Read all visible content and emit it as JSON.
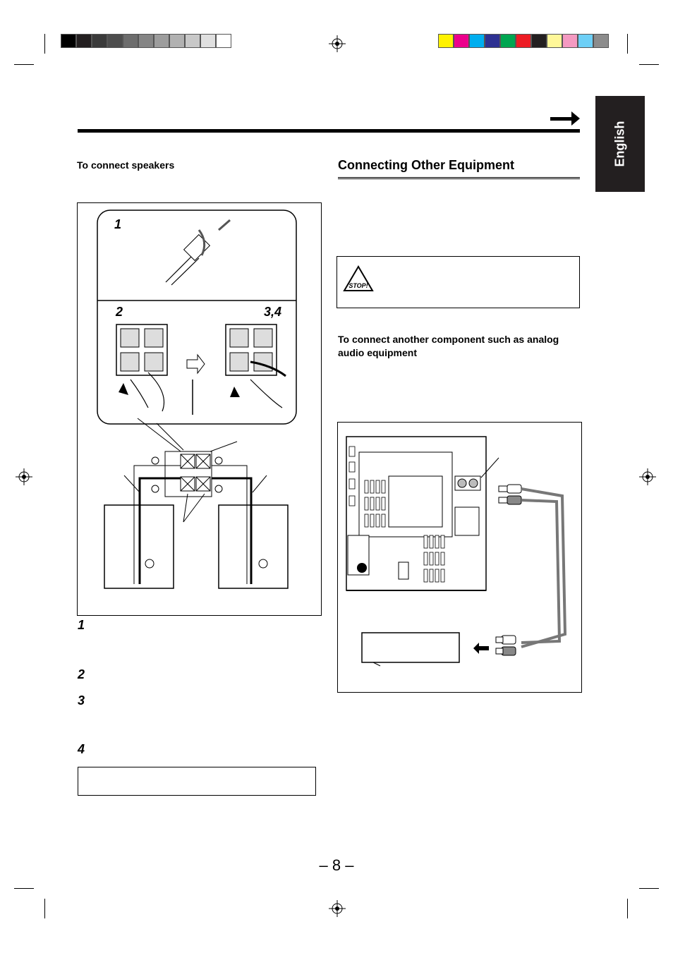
{
  "page": {
    "language_tab": "English",
    "page_number": "– 8 –"
  },
  "left_column": {
    "heading": "To connect speakers",
    "figure_step_labels": [
      "1",
      "2",
      "3,4"
    ],
    "steps": [
      "1",
      "2",
      "3",
      "4"
    ]
  },
  "right_column": {
    "section_title": "Connecting Other Equipment",
    "stop_sign_text": "STOP!",
    "subheading": "To connect another component such as analog audio equipment"
  },
  "colors": {
    "gray_bar": [
      "#000000",
      "#231f20",
      "#3a3a3a",
      "#4d4d4d",
      "#6d6d6d",
      "#858585",
      "#9d9d9d",
      "#b1b1b1",
      "#c8c8c8",
      "#e0e0e0",
      "#ffffff"
    ],
    "color_bar": [
      "#fff200",
      "#ec008c",
      "#00aeef",
      "#2e3192",
      "#00a651",
      "#ed1c24",
      "#231f20",
      "#fff799",
      "#f49ac1",
      "#6dcff6",
      "#8c8c8c"
    ],
    "tab_background": "#231f20",
    "cable": "#777777"
  }
}
